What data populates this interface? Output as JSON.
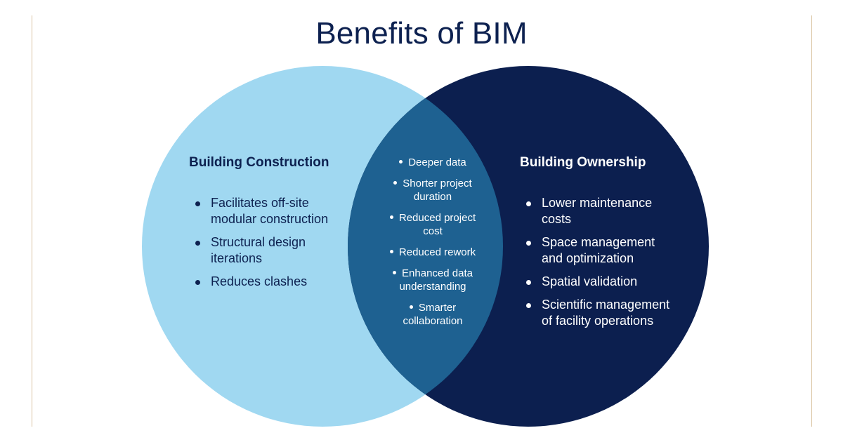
{
  "title": "Benefits of BIM",
  "colors": {
    "left_circle": "#a0d8f1",
    "right_circle": "#0c1f4f",
    "overlap": "#1e6191",
    "title_text": "#0d2150",
    "side_rule": "#d9c3a0"
  },
  "left": {
    "heading": "Building Construction",
    "items": [
      "Facilitates off-site modular construction",
      "Structural design iterations",
      "Reduces clashes"
    ]
  },
  "center": {
    "items": [
      "Deeper data",
      "Shorter project duration",
      "Reduced project cost",
      "Reduced rework",
      "Enhanced data understanding",
      "Smarter collaboration"
    ]
  },
  "right": {
    "heading": "Building Ownership",
    "items": [
      "Lower maintenance costs",
      "Space management and optimization",
      "Spatial validation",
      "Scientific management of facility operations"
    ]
  }
}
